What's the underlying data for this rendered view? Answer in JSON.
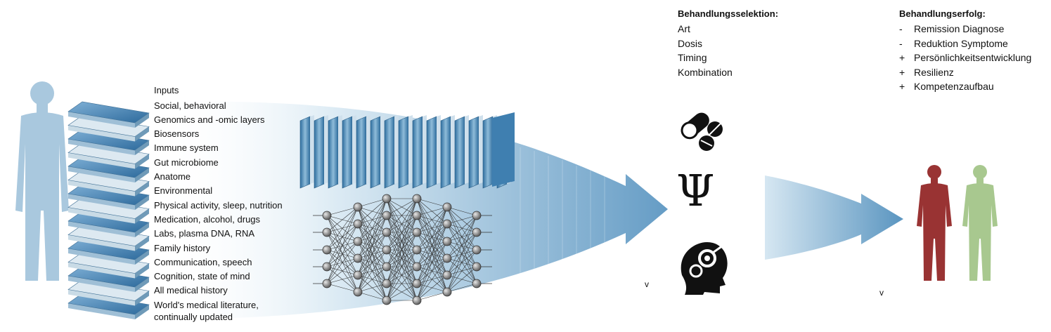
{
  "inputs": {
    "title": "Inputs",
    "layers": [
      "Social, behavioral",
      "Genomics and -omic layers",
      "Biosensors",
      "Immune system",
      "Gut microbiome",
      "Anatome",
      "Environmental",
      "Physical activity, sleep, nutrition",
      "Medication, alcohol, drugs",
      "Labs, plasma DNA, RNA",
      "Family history",
      "Communication, speech",
      "Cognition, state of mind",
      "All medical history",
      "World's medical literature,",
      "continually updated"
    ]
  },
  "selection": {
    "title": "Behandlungsselektion:",
    "items": [
      "Art",
      "Dosis",
      "Timing",
      "Kombination"
    ]
  },
  "outcome": {
    "title": "Behandlungserfolg:",
    "items": [
      {
        "mark": "-",
        "text": "Remission Diagnose"
      },
      {
        "mark": "-",
        "text": "Reduktion Symptome"
      },
      {
        "mark": "+",
        "text": "Persönlichkeitsentwicklung"
      },
      {
        "mark": "+",
        "text": "Resilienz"
      },
      {
        "mark": "+",
        "text": "Kompetenzaufbau"
      }
    ]
  },
  "treatment_icons": [
    "pills-icon",
    "psi-icon",
    "head-gears-icon"
  ],
  "psi_symbol": "Ψ",
  "stray_marks": [
    "v",
    "v"
  ],
  "colors": {
    "human_silhouette": "#a9c8de",
    "stack_blue": "#4a86b8",
    "patient_red": "#993333",
    "patient_green": "#a8c88f"
  }
}
